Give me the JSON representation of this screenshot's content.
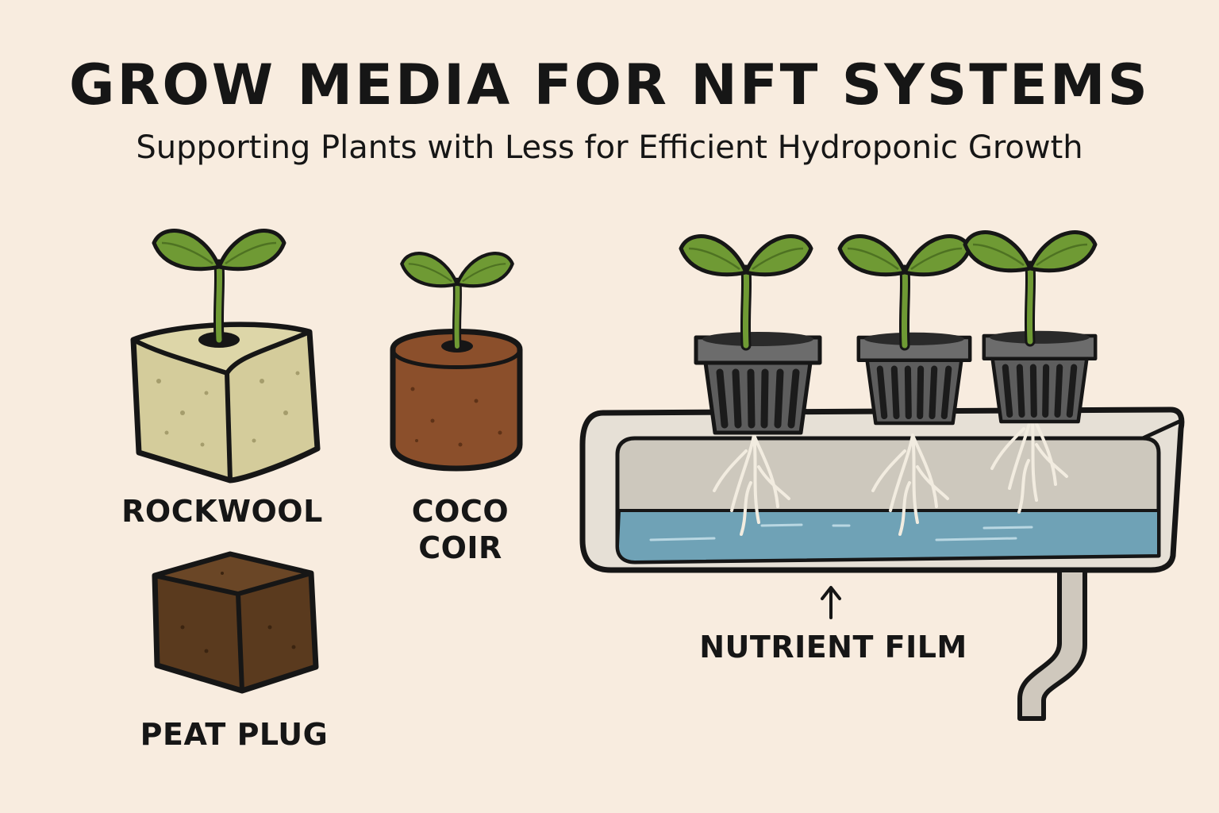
{
  "title": "GROW MEDIA FOR NFT SYSTEMS",
  "subtitle": "Supporting Plants with Less for Efficient Hydroponic Growth",
  "media": {
    "rockwool": "ROCKWOOL",
    "coco_coir": "COCO\nCOIR",
    "peat_plug": "PEAT PLUG"
  },
  "nft": {
    "film_label": "NUTRIENT FILM"
  },
  "colors": {
    "background": "#f8ecdf",
    "leaf": "#6f9a34",
    "rockwool": "#d4cc9b",
    "coco": "#8b4f2b",
    "peat": "#5a3a1e",
    "water": "#6fa2b6",
    "channel": "#e6e0d6",
    "pot": "#6c6c6c"
  },
  "icons": [
    "seedling-icon",
    "net-pot-icon",
    "arrow-up-icon"
  ]
}
